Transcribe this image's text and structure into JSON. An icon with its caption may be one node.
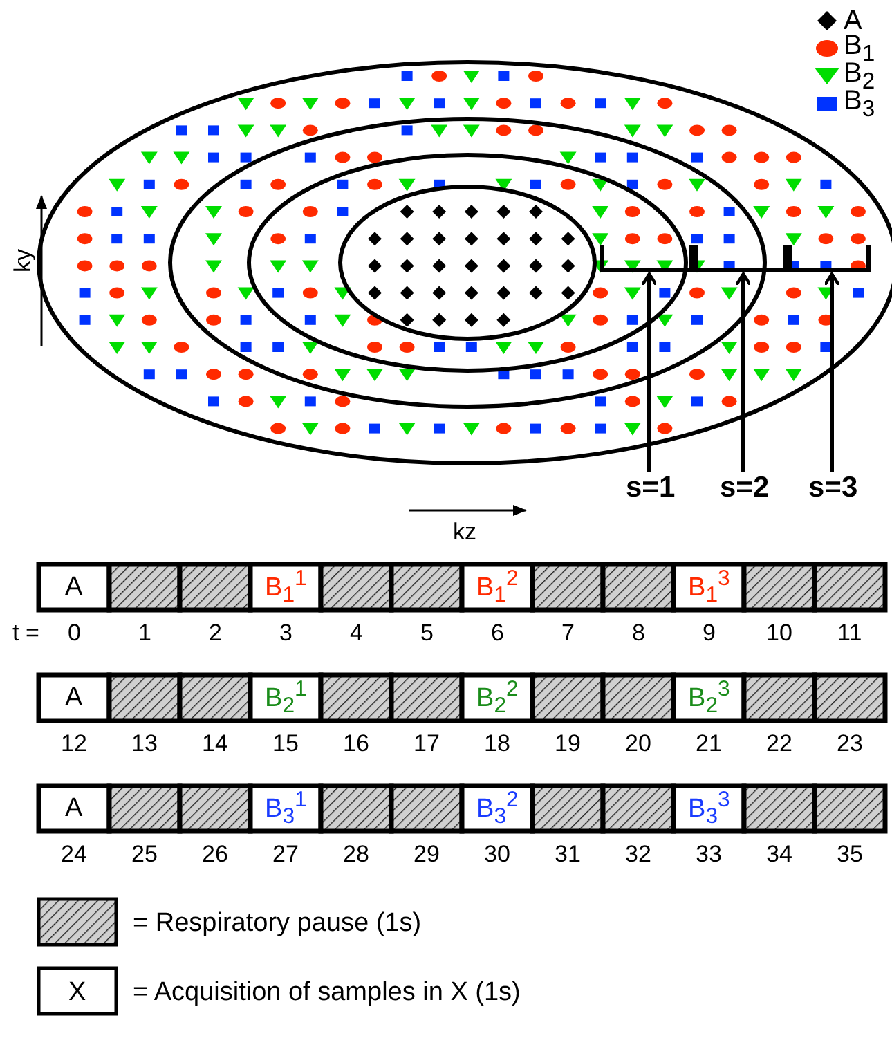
{
  "diagram": {
    "nodes": [
      {
        "text": [
          "s=1"
        ]
      },
      {
        "text": [
          "s=2"
        ]
      },
      {
        "text": [
          "s=3"
        ]
      },
      {
        "text": [],
        "shape": "bracket"
      },
      {
        "text": [],
        "shape": "bracket"
      },
      {
        "text": [],
        "shape": "bracket"
      }
    ],
    "edges": [
      {
        "from": 0,
        "to": 3,
        "arrow": "to"
      },
      {
        "from": 1,
        "to": 4,
        "arrow": "to"
      },
      {
        "from": 2,
        "to": 5,
        "arrow": "to"
      }
    ],
    "labels": [
      "ky",
      "kz",
      "A",
      "B$_{1}$$^{1}$",
      "B$_{1}$$^{2}$",
      "B$_{1}$$^{3}$",
      "t =",
      "0",
      "1",
      "2",
      "3",
      "4",
      "5",
      "6",
      "7",
      "8",
      "9",
      "10",
      "11",
      "A",
      "B$_{2}$$^{1}$",
      "B$_{2}$$^{2}$",
      "B$_{2}$$^{3}$",
      "12",
      "13",
      "14",
      "15",
      "16",
      "17",
      "18",
      "19",
      "20",
      "21",
      "22",
      "23",
      "A",
      "B$_{3}$$^{1}$",
      "B$_{3}$$^{2}$",
      "B$_{3}$$^{3}$",
      "24",
      "25",
      "26",
      "27",
      "28",
      "29",
      "30",
      "31",
      "32",
      "33",
      "34",
      "35",
      "X"
    ],
    "legend": [
      {
        "text": "A"
      },
      {
        "text": "B$_{1}$"
      },
      {
        "text": "B$_{2}$"
      },
      {
        "text": "B$_{3}$"
      },
      {
        "text": "= Respiratory pause (1s)"
      },
      {
        "text": "= Acquisition of samples in X (1s)"
      }
    ]
  }
}
